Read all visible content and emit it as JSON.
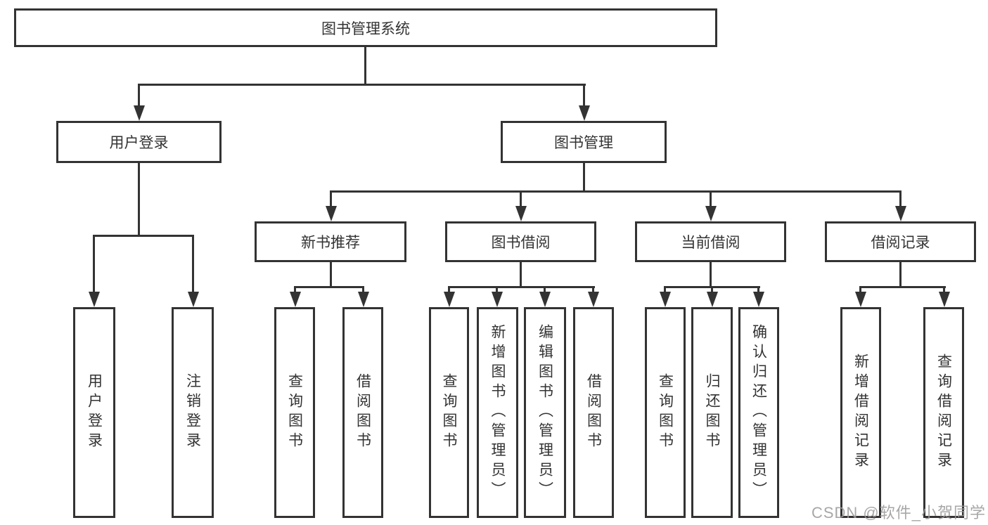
{
  "tree": {
    "root": {
      "label": "图书管理系统"
    },
    "branches": [
      {
        "label": "用户登录",
        "leaves": [
          "用户登录",
          "注销登录"
        ]
      },
      {
        "label": "图书管理",
        "groups": [
          {
            "label": "新书推荐",
            "leaves": [
              "查询图书",
              "借阅图书"
            ]
          },
          {
            "label": "图书借阅",
            "leaves": [
              "查询图书",
              "新增图书（管理员）",
              "编辑图书（管理员）",
              "借阅图书"
            ]
          },
          {
            "label": "当前借阅",
            "leaves": [
              "查询图书",
              "归还图书",
              "确认归还（管理员）"
            ]
          },
          {
            "label": "借阅记录",
            "leaves": [
              "新增借阅记录",
              "查询借阅记录"
            ]
          }
        ]
      }
    ]
  },
  "watermark": "CSDN @软件_小贺同学",
  "colors": {
    "line": "#333333",
    "text": "#333333",
    "background": "#ffffff",
    "watermark": "#9b9b9b"
  }
}
